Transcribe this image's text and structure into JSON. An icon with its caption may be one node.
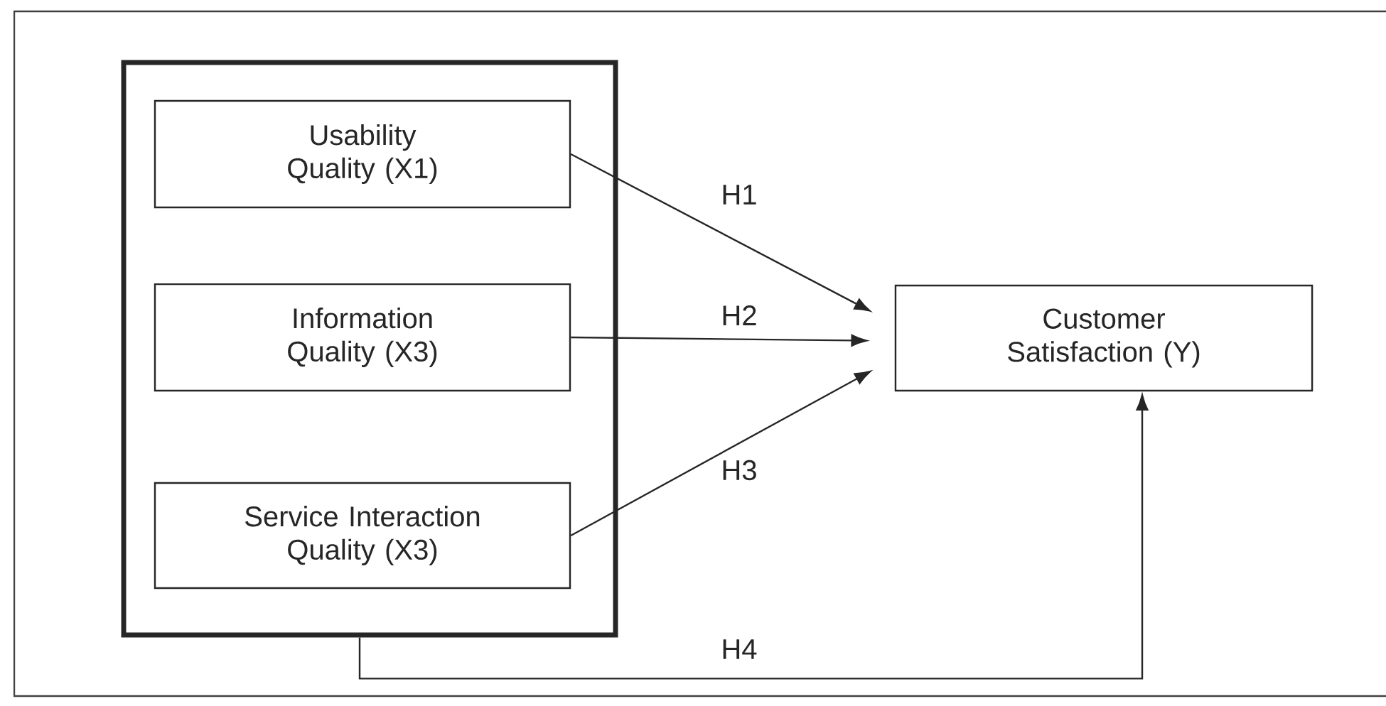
{
  "diagram": {
    "nodes": [
      {
        "text": [],
        "shape": "box"
      },
      {
        "text": [
          "Usability Quality (X1)"
        ],
        "in": 0
      },
      {
        "text": [
          "Information Quality (X3)"
        ],
        "in": 0
      },
      {
        "text": [
          "Service Interaction Quality (X3)"
        ],
        "in": 0
      },
      {
        "text": [
          "Customer Satisfaction (Y)"
        ]
      }
    ],
    "edges": [
      {
        "from": 1,
        "to": 4,
        "arrow": "to",
        "label": "H1"
      },
      {
        "from": 2,
        "to": 4,
        "arrow": "to",
        "label": "H2"
      },
      {
        "from": 3,
        "to": 4,
        "arrow": "to",
        "label": "H3"
      },
      {
        "from": 0,
        "to": 4,
        "arrow": "to",
        "label": "H4"
      }
    ]
  }
}
